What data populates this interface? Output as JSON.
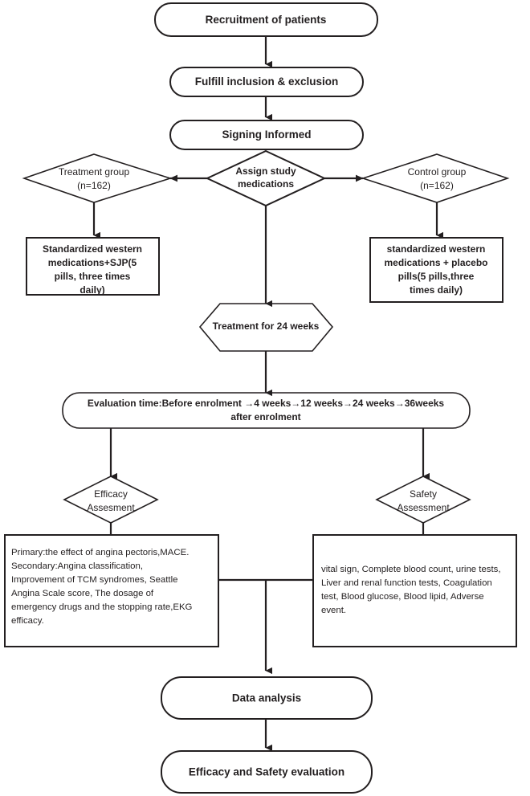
{
  "diagram": {
    "title": "Clinical trial flow diagram",
    "colors": {
      "green_fill": "#caf5dc",
      "pink_fill": "#f9cadd",
      "white_fill": "#ffffff",
      "stroke": "#231f20",
      "text": "#231f20"
    },
    "nodes": {
      "recruitment": {
        "label": "Recruitment of patients",
        "shape": "rounded-rectangle",
        "fill": "green"
      },
      "inclusion": {
        "label": "Fulfill inclusion & exclusion",
        "shape": "rounded-rectangle",
        "fill": "green"
      },
      "consent": {
        "label": "Signing Informed",
        "shape": "rounded-rectangle",
        "fill": "green"
      },
      "assign": {
        "label_line1": "Assign study",
        "label_line2": "medications",
        "shape": "diamond",
        "fill": "pink"
      },
      "treatment_group": {
        "label_line1": "Treatment group",
        "label_line2": "(n=162)",
        "shape": "diamond",
        "fill": "white"
      },
      "control_group": {
        "label_line1": "Control group",
        "label_line2": "(n=162)",
        "shape": "diamond",
        "fill": "white"
      },
      "treatment_meds": {
        "shape": "rectangle",
        "fill": "white",
        "lines": [
          "Standardized western",
          "medications+SJP(5",
          "pills, three times",
          "daily)"
        ]
      },
      "control_meds": {
        "shape": "rectangle",
        "fill": "white",
        "lines": [
          "standardized western",
          "medications + placebo",
          "pills(5 pills,three",
          "times daily)"
        ]
      },
      "treatment_duration": {
        "label": "Treatment for 24 weeks",
        "shape": "hexagon",
        "fill": "white"
      },
      "evaluation_time": {
        "shape": "rounded-rectangle",
        "fill": "white",
        "line1": "Evaluation time:Before enrolment →4 weeks→12 weeks→24 weeks→36weeks",
        "line2": "after enrolment"
      },
      "efficacy_assessment": {
        "label_line1": "Efficacy",
        "label_line2": "Assesment",
        "shape": "diamond",
        "fill": "white"
      },
      "safety_assessment": {
        "label_line1": "Safety",
        "label_line2": "Assessment",
        "shape": "diamond",
        "fill": "white"
      },
      "efficacy_outcomes": {
        "shape": "rectangle",
        "fill": "white",
        "lines": [
          "Primary:the effect of angina pectoris,MACE.",
          "Secondary:Angina classification,",
          " Improvement of TCM syndromes, Seattle",
          "Angina Scale score, The dosage of",
          "emergency drugs and the stopping rate,EKG",
          "efficacy."
        ]
      },
      "safety_outcomes": {
        "shape": "rectangle",
        "fill": "white",
        "lines": [
          "vital sign, Complete blood count, urine tests,",
          "Liver and renal function tests, Coagulation",
          "test, Blood glucose, Blood lipid, Adverse",
          "event."
        ]
      },
      "data_analysis": {
        "label": "Data analysis",
        "shape": "rounded-rectangle",
        "fill": "white"
      },
      "final_evaluation": {
        "label": "Efficacy and Safety evaluation",
        "shape": "rounded-rectangle",
        "fill": "green"
      }
    },
    "edges": [
      {
        "name": "recruitment-to-inclusion",
        "from": "recruitment",
        "to": "inclusion"
      },
      {
        "name": "inclusion-to-consent",
        "from": "inclusion",
        "to": "consent"
      },
      {
        "name": "assign-to-treatment-group",
        "from": "assign",
        "to": "treatment_group"
      },
      {
        "name": "assign-to-control-group",
        "from": "assign",
        "to": "control_group"
      },
      {
        "name": "treatment-group-to-meds",
        "from": "treatment_group",
        "to": "treatment_meds"
      },
      {
        "name": "control-group-to-meds",
        "from": "control_group",
        "to": "control_meds"
      },
      {
        "name": "assign-to-duration",
        "from": "assign",
        "to": "treatment_duration"
      },
      {
        "name": "duration-to-evaluation",
        "from": "treatment_duration",
        "to": "evaluation_time"
      },
      {
        "name": "evaluation-to-efficacy",
        "from": "evaluation_time",
        "to": "efficacy_assessment"
      },
      {
        "name": "evaluation-to-safety",
        "from": "evaluation_time",
        "to": "safety_assessment"
      },
      {
        "name": "efficacy-to-outcomes",
        "from": "efficacy_assessment",
        "to": "efficacy_outcomes"
      },
      {
        "name": "safety-to-outcomes",
        "from": "safety_assessment",
        "to": "safety_outcomes"
      },
      {
        "name": "outcomes-to-data-analysis",
        "from": "outcomes",
        "to": "data_analysis"
      },
      {
        "name": "data-analysis-to-final",
        "from": "data_analysis",
        "to": "final_evaluation"
      }
    ]
  }
}
